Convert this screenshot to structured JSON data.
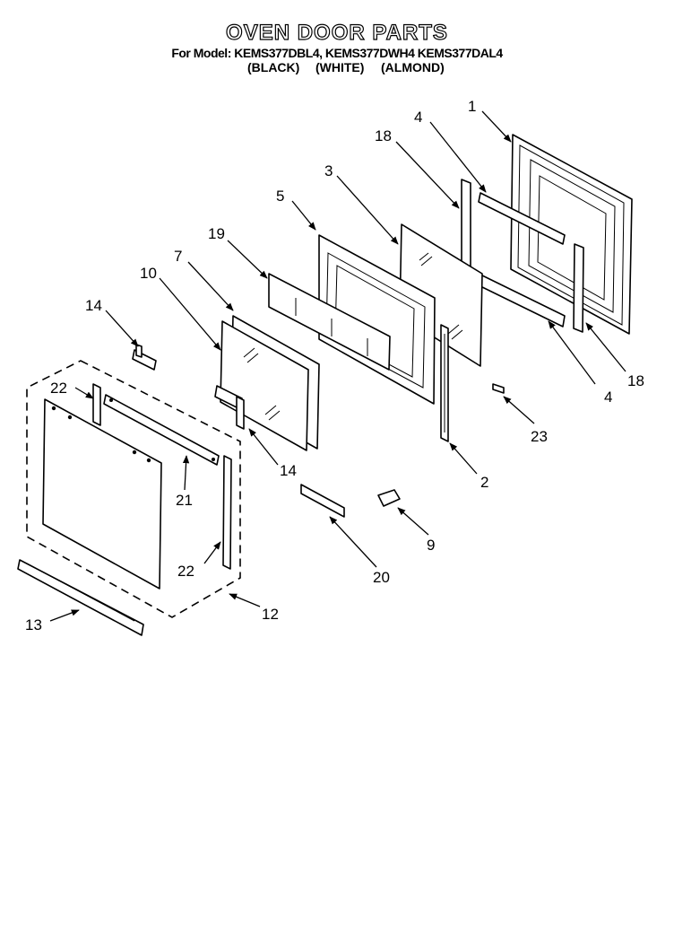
{
  "header": {
    "title": "OVEN DOOR PARTS",
    "models": "For Model: KEMS377DBL4, KEMS377DWH4 KEMS377DAL4",
    "color_black": "(BLACK)",
    "color_white": "(WHITE)",
    "color_almond": "(ALMOND)"
  },
  "callouts": {
    "c1": "1",
    "c4a": "4",
    "c18a": "18",
    "c3": "3",
    "c5": "5",
    "c19": "19",
    "c7": "7",
    "c10": "10",
    "c14a": "14",
    "c22a": "22",
    "c18b": "18",
    "c4b": "4",
    "c23": "23",
    "c2": "2",
    "c14b": "14",
    "c21": "21",
    "c9": "9",
    "c20": "20",
    "c22b": "22",
    "c12": "12",
    "c13": "13"
  }
}
